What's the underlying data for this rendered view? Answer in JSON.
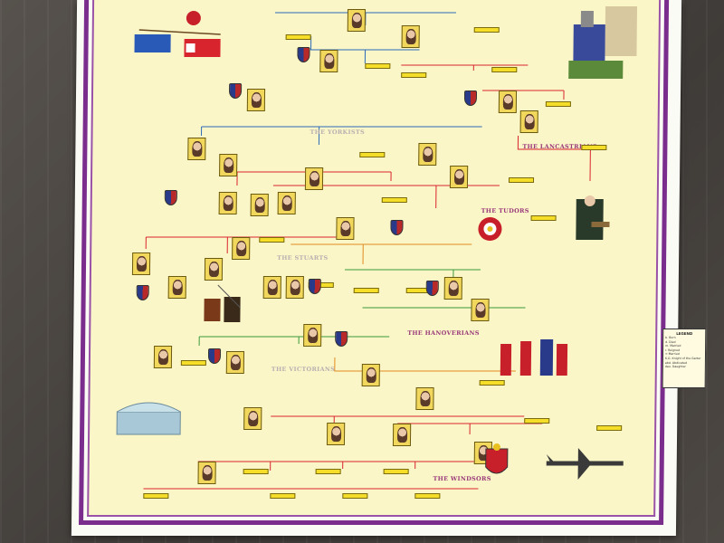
{
  "poster": {
    "houses": {
      "yorkists_upper": "THE YORKISTS",
      "lancastrians": "THE LANCASTRIANS",
      "tudors": "THE TUDORS",
      "stuarts": "THE STUARTS",
      "hanoverians": "THE HANOVERIANS",
      "victorians": "THE VICTORIANS",
      "windsors": "THE WINDSORS"
    },
    "legend": {
      "title": "LEGEND",
      "items": [
        "b. Born",
        "d. Died",
        "m. Married",
        "r. Reigned",
        "= Married",
        "K.G. Knight of the Garter",
        "abd. Abdicated",
        "dau. Daughter"
      ]
    }
  },
  "colors": {
    "frame": "#7a2d8c",
    "background": "#fbf6c8",
    "line_red": "#d8242c",
    "line_blue": "#2a6ab8",
    "line_green": "#3a9a3a",
    "line_orange": "#e08a20",
    "house_label": "#9a3a7a"
  }
}
